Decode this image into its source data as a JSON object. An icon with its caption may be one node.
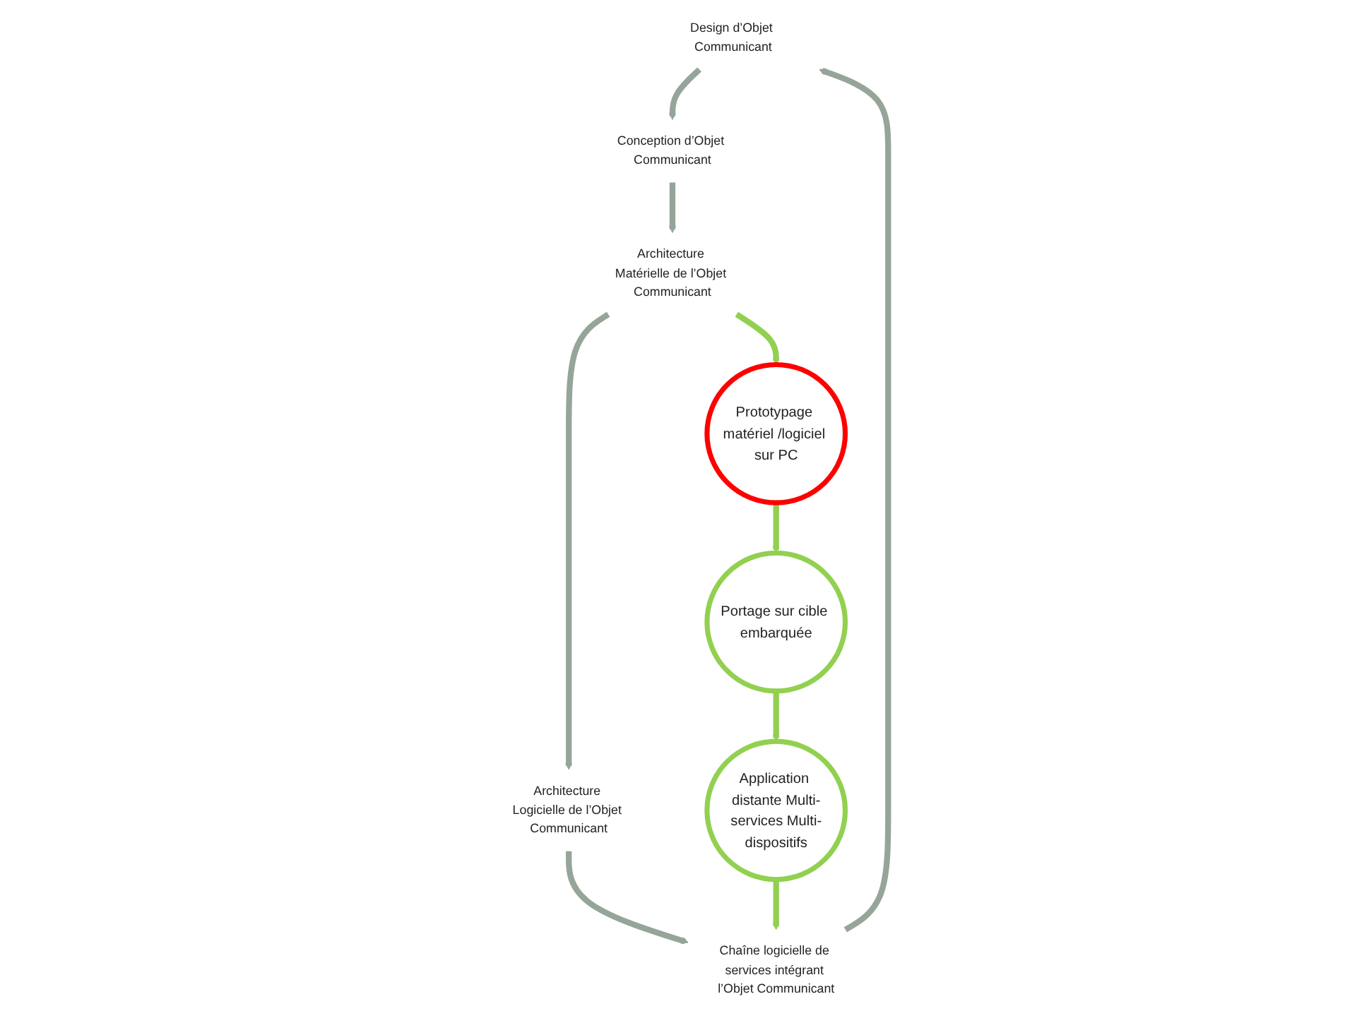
{
  "diagram": {
    "nodes": [
      {
        "text": [
          "Design d’Objet Communicant"
        ]
      },
      {
        "text": [
          "Conception d’Objet Communicant"
        ]
      },
      {
        "text": [
          "Architecture Matérielle de l’Objet Communicant"
        ]
      },
      {
        "text": [
          "Architecture Logicielle de l’Objet Communicant"
        ]
      },
      {
        "text": [
          "Chaîne logicielle de services intégrant l’Objet Communicant"
        ]
      },
      {
        "text": [
          "Prototypage matériel /logiciel sur PC"
        ]
      },
      {
        "text": [
          "Portage sur cible embarquée"
        ]
      },
      {
        "text": [
          "Application distante Multi-services Multi-dispositifs"
        ]
      }
    ],
    "edges": [
      {
        "from": 0,
        "to": 1,
        "arrow": "to"
      },
      {
        "from": 1,
        "to": 2,
        "arrow": "to"
      },
      {
        "from": 2,
        "to": 3,
        "arrow": "to"
      },
      {
        "from": 3,
        "to": 4,
        "arrow": "to"
      },
      {
        "from": 4,
        "to": 0,
        "arrow": "to"
      },
      {
        "from": 2,
        "to": 5,
        "arrow": "to",
        "color": "#92d050"
      },
      {
        "from": 5,
        "to": 6,
        "arrow": "to",
        "color": "#92d050"
      },
      {
        "from": 6,
        "to": 7,
        "arrow": "to",
        "color": "#92d050"
      },
      {
        "from": 7,
        "to": 4,
        "arrow": "to",
        "color": "#92d050"
      }
    ]
  }
}
